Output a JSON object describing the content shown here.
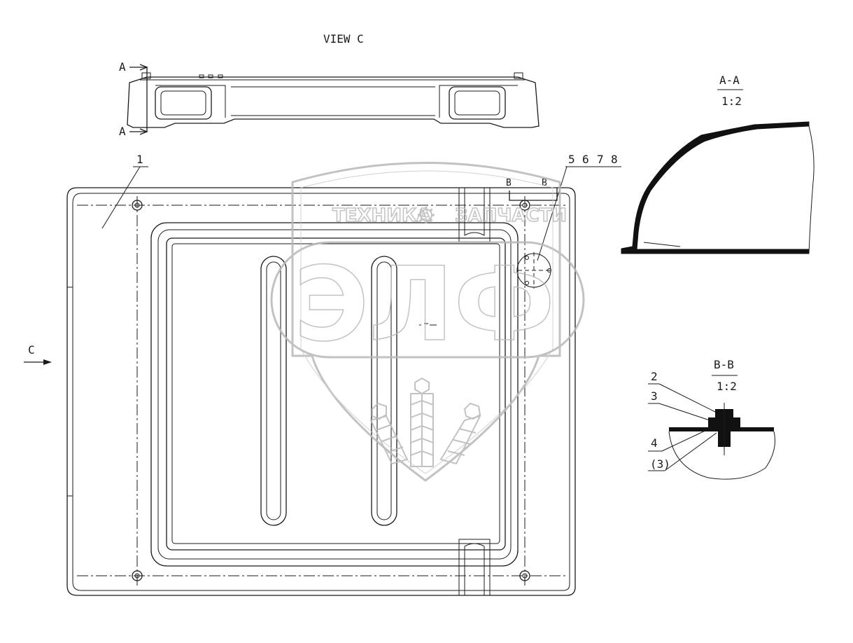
{
  "view_label": "VIEW C",
  "section_markers": {
    "a_top": "A",
    "a_bottom": "A",
    "b_left": "B",
    "b_right": "B"
  },
  "section_aa": {
    "title": "A-A",
    "scale": "1:2"
  },
  "section_bb": {
    "title": "B-B",
    "scale": "1:2"
  },
  "view_arrow_label": "C",
  "callouts": {
    "part_1": "1",
    "group": [
      "5",
      "6",
      "7",
      "8"
    ],
    "bb_2": "2",
    "bb_3": "3",
    "bb_4": "4",
    "bb_3_ref": "(3)"
  },
  "watermark": {
    "brand_left": "ТЕХНИКА",
    "brand_right": "ЗАПЧАСТИ",
    "logo": "ЭЛФ",
    "gear_icon": "gear-icon",
    "shield_icon": "wheat-shield-icon"
  },
  "colors": {
    "line": "#1a1a1a",
    "watermark": "#b8b8b8",
    "background": "#ffffff"
  }
}
